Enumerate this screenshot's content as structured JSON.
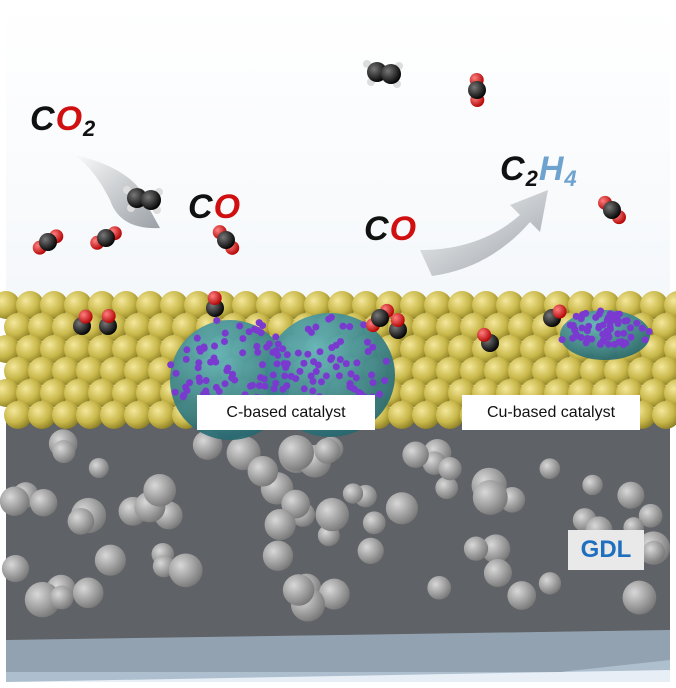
{
  "labels": {
    "co2": {
      "c": "C",
      "o": "O",
      "sub": "2"
    },
    "co_left": {
      "c": "C",
      "o": "O"
    },
    "co_right": {
      "c": "C",
      "o": "O"
    },
    "c2h4": {
      "c": "C",
      "sub1": "2",
      "h": "H",
      "sub2": "4"
    },
    "c_catalyst": "C-based catalyst",
    "cu_catalyst": "Cu-based catalyst",
    "gdl": "GDL"
  },
  "colors": {
    "carbon": "#111111",
    "oxygen": "#d01010",
    "hydrogen_text": "#6fa3cf",
    "copper_layer": "#c9b84a",
    "catalyst_dome": "#2f7f88",
    "ionomer_dots": "#7a3ad0",
    "gdl": "#6a6a6a",
    "gdl_label": "#1f6fbf"
  }
}
